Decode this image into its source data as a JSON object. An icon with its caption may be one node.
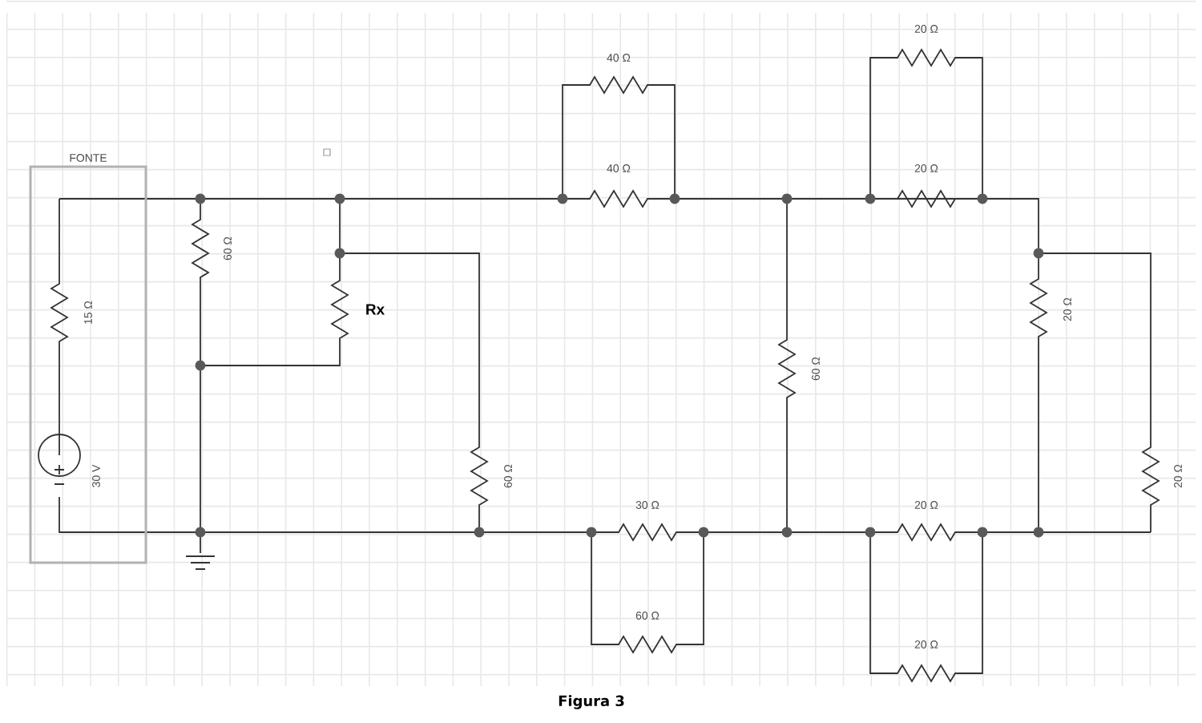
{
  "diagram": {
    "caption": "Figura 3",
    "nodes": [
      {
        "text": [
          "FONTE"
        ]
      }
    ],
    "labels": [
      "20 Ω",
      "40 Ω",
      "40 Ω",
      "20 Ω",
      "60 Ω",
      "15 Ω",
      "Rx",
      "20 Ω",
      "60 Ω",
      "30 V",
      "60 Ω",
      "20 Ω",
      "30 Ω",
      "20 Ω",
      "60 Ω",
      "20 Ω"
    ]
  }
}
